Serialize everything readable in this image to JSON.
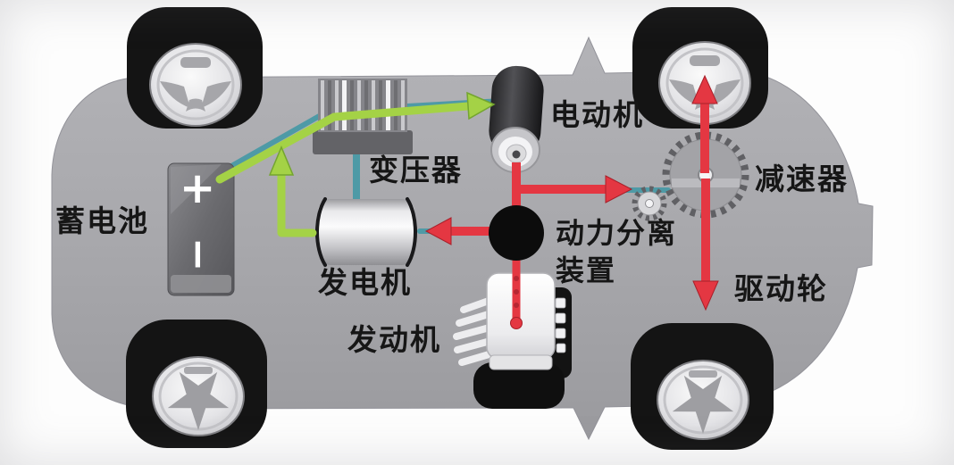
{
  "diagram": {
    "type": "hybrid-vehicle-powertrain-schematic",
    "labels": {
      "battery": "蓄电池",
      "transformer": "变压器",
      "motor": "电动机",
      "generator": "发电机",
      "engine": "发动机",
      "power_split_line1": "动力分离",
      "power_split_line2": "装置",
      "reducer": "减速器",
      "drive_wheel": "驱动轮"
    },
    "battery_terminals": {
      "positive": "+",
      "negative": "−"
    },
    "colors": {
      "car_body": "#a7a7ab",
      "tire": "#141414",
      "wheel_rim": "#d9d9dc",
      "power_flow_arrow": "#e43742",
      "electric_flow_arrow": "#a4d246",
      "wire": "#4e9aa6",
      "label_text": "#161616",
      "background": "#fdfdfd"
    },
    "arrows": [
      {
        "type": "power",
        "from": "电动机",
        "to": "动力分离装置"
      },
      {
        "type": "power",
        "from": "动力分离装置",
        "to": "发电机"
      },
      {
        "type": "power",
        "from": "动力分离装置",
        "to": "发动机"
      },
      {
        "type": "power",
        "from": "动力分离装置",
        "to": "减速器"
      },
      {
        "type": "power",
        "from": "减速器",
        "to": "驱动轮"
      },
      {
        "type": "power",
        "from": "减速器",
        "to": "驱动轮"
      },
      {
        "type": "electric",
        "from": "蓄电池",
        "to": "电动机",
        "via": "变压器"
      },
      {
        "type": "electric",
        "from": "发电机",
        "to": "蓄电池"
      }
    ]
  }
}
